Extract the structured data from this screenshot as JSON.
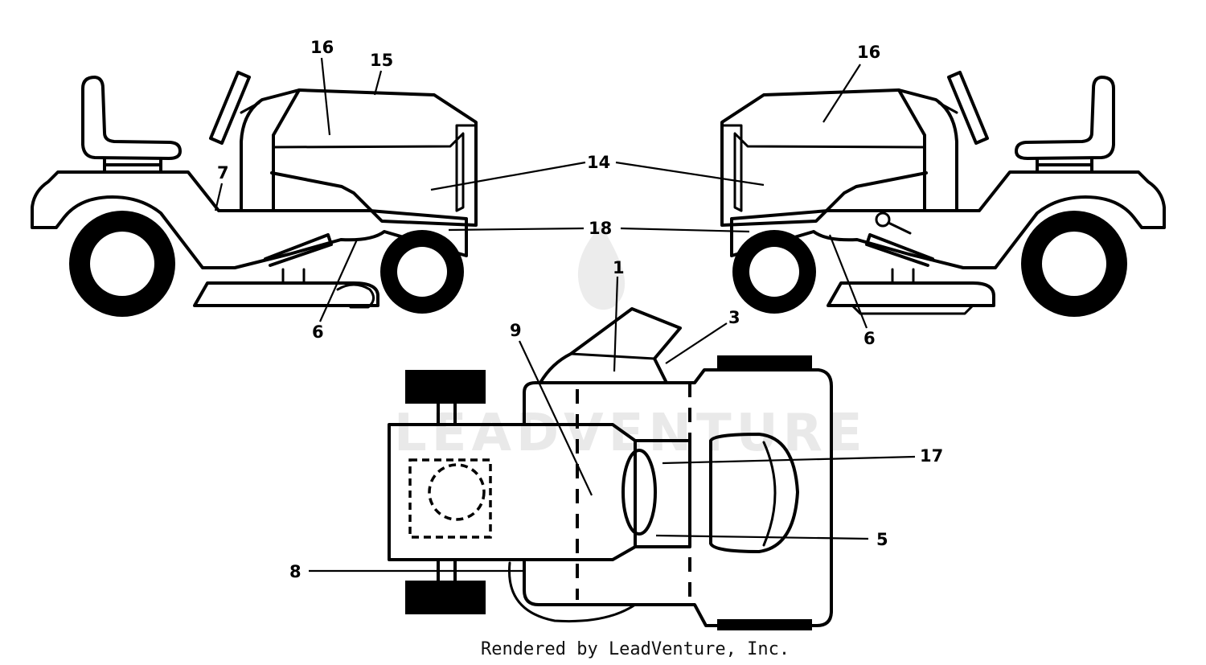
{
  "watermark": "LEADVENTURE",
  "footer": "Rendered by LeadVenture, Inc.",
  "callouts": {
    "left_16": "16",
    "left_15": "15",
    "left_7": "7",
    "left_6": "6",
    "right_16": "16",
    "right_6": "6",
    "c14": "14",
    "c18": "18",
    "top_1": "1",
    "top_3": "3",
    "top_9": "9",
    "top_17": "17",
    "top_5": "5",
    "top_8": "8"
  }
}
